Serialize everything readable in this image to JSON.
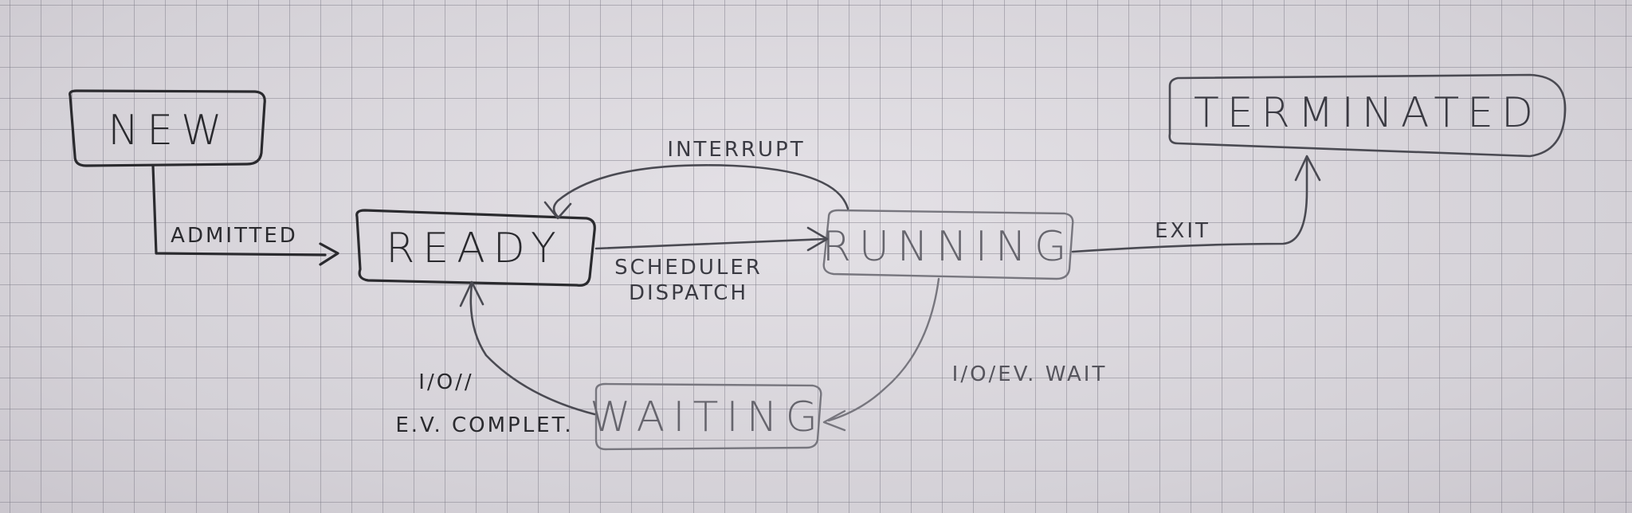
{
  "states": {
    "new": "NEW",
    "ready": "READY",
    "running": "RUNNING",
    "waiting": "WAITING",
    "terminated": "TERMINATED"
  },
  "transitions": {
    "admitted": "ADMITTED",
    "interrupt": "INTERRUPT",
    "scheduler_dispatch_1": "SCHEDULER",
    "scheduler_dispatch_2": "DISPATCH",
    "exit": "EXIT",
    "io_wait": "I/O/EV. WAIT",
    "io_complete_1": "I/O//",
    "io_complete_2": "E.V. COMPLET."
  }
}
